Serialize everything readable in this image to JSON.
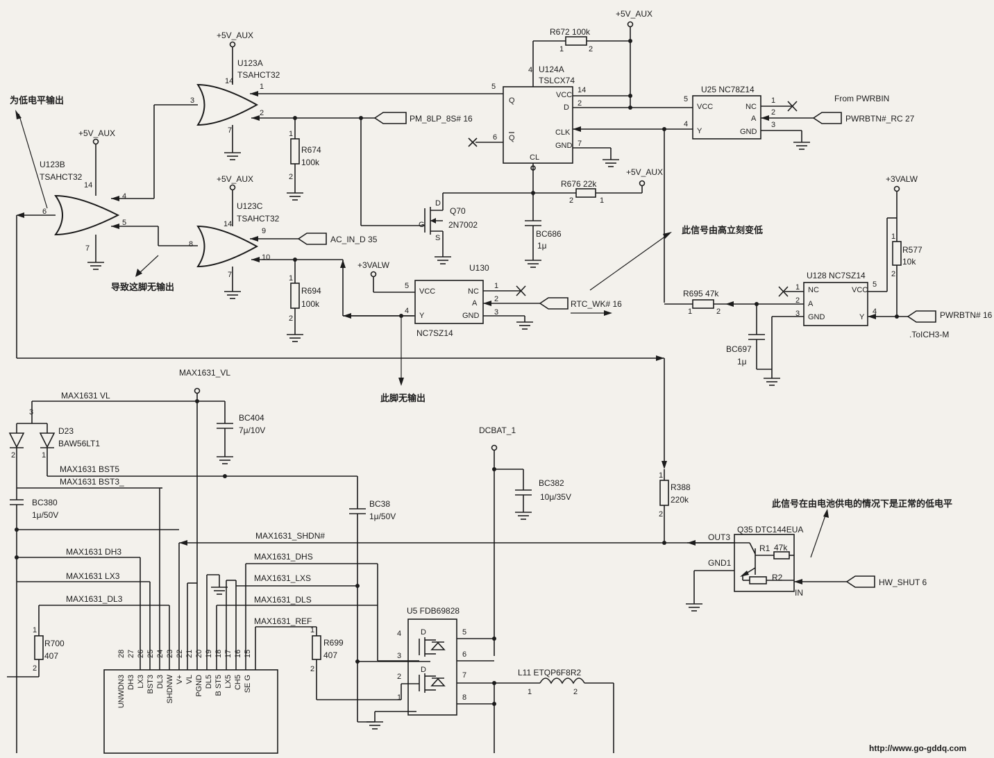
{
  "footer": {
    "url": "http://www.go-gddq.com"
  },
  "notes": {
    "low_output": "为低电平输出",
    "cause_no_output": "导致这脚无输出",
    "pin_no_output": "此脚无输出",
    "goes_low": "此信号由高立刻变低",
    "battery_low": "此信号在由电池供电的情况下是正常的低电平"
  },
  "nets": {
    "p5v_aux": "+5V_AUX",
    "p3valw": "+3VALW",
    "pm_slp_s5": "PM_8LP_8S# 16",
    "ac_in_d": "AC_IN_D 35",
    "rtc_wk": "RTC_WK# 16",
    "from_pwrbin": "From PWRBIN",
    "pwrbtn_rc": "PWRBTN#_RC 27",
    "pwrbtn": "PWRBTN# 16",
    "toich3": ".ToICH3-M",
    "max1631_vl_top": "MAX1631_VL",
    "max1631_vl": "MAX1631 VL",
    "bst5": "MAX1631 BST5",
    "bst3": "MAX1631 BST3_",
    "max1631_shdn": "MAX1631_SHDN#",
    "dh3": "MAX1631 DH3",
    "lx3": "MAX1631 LX3",
    "dl3": "MAX1631_DL3",
    "dh5": "MAX1631_DHS",
    "lx5": "MAX1631_LXS",
    "dl5": "MAX1631_DLS",
    "ref": "MAX1631_REF",
    "dcbat": "DCBAT_1",
    "out3": "OUT3",
    "gnd1": "GND1",
    "in_pin": "IN",
    "hw_shut": "HW_SHUT 6"
  },
  "parts": {
    "r672": "R672 100k",
    "u124a_ref": "U124A",
    "u124a_type": "TSLCX74",
    "u25": "U25 NC78Z14",
    "u123a_ref": "U123A",
    "u123b_ref": "U123B",
    "u123c_ref": "U123C",
    "u123_type": "TSAHCT32",
    "r674_ref": "R674",
    "r674_val": "100k",
    "q70_ref": "Q70",
    "q70_type": "2N7002",
    "r676": "R676 22k",
    "bc686_ref": "BC686",
    "bc686_val": "1μ",
    "r694_ref": "R694",
    "r694_val": "100k",
    "u130": "U130",
    "u130_type": "NC7SZ14",
    "u128": "U128 NC7SZ14",
    "r577_ref": "R577",
    "r577_val": "10k",
    "r695": "R695 47k",
    "bc697_ref": "BC697",
    "bc697_val": "1μ",
    "r388_ref": "R388",
    "r388_val": "220k",
    "q35": "Q35 DTC144EUA",
    "q35_r1": "R1",
    "q35_r1_val": "47k",
    "q35_r2": "R2",
    "bc404_ref": "BC404",
    "bc404_val": "7μ/10V",
    "d23_ref": "D23",
    "d23_type": "BAW56LT1",
    "bc380_ref": "BC380",
    "bc380_val": "1μ/50V",
    "r700_ref": "R700",
    "r700_val": "407",
    "bc38_ref": "BC38",
    "bc38_val": "1μ/50V",
    "r699_ref": "R699",
    "r699_val": "407",
    "bc382_ref": "BC382",
    "bc382_val": "10μ/35V",
    "u5": "U5 FDB69828",
    "l11": "L11 ETQP6F8R2"
  },
  "pins": {
    "p1": "1",
    "p2": "2",
    "p3": "3",
    "p4": "4",
    "p5": "5",
    "p6": "6",
    "p7": "7",
    "p8": "8",
    "p9": "9",
    "p10": "10",
    "p14": "14",
    "q": "Q",
    "qbar": "Q",
    "vcc": "VCC",
    "d": "D",
    "clk": "CLK",
    "gnd": "GND",
    "cl": "CL",
    "nc": "NC",
    "a": "A",
    "y": "Y",
    "d_small": "D",
    "g_small": "G",
    "s_small": "S"
  },
  "chip": {
    "pins": [
      {
        "num": "28",
        "name": "UNWDN3"
      },
      {
        "num": "27",
        "name": "DH3"
      },
      {
        "num": "26",
        "name": "LX3"
      },
      {
        "num": "25",
        "name": "BST3"
      },
      {
        "num": "24",
        "name": "DL3"
      },
      {
        "num": "23",
        "name": "SHDNW"
      },
      {
        "num": "22",
        "name": "V+"
      },
      {
        "num": "21",
        "name": "VL"
      },
      {
        "num": "20",
        "name": "PGND"
      },
      {
        "num": "19",
        "name": "DL5"
      },
      {
        "num": "18",
        "name": "B ST5"
      },
      {
        "num": "17",
        "name": "LX5"
      },
      {
        "num": "16",
        "name": "CH5"
      },
      {
        "num": "15",
        "name": "SE G"
      }
    ]
  }
}
